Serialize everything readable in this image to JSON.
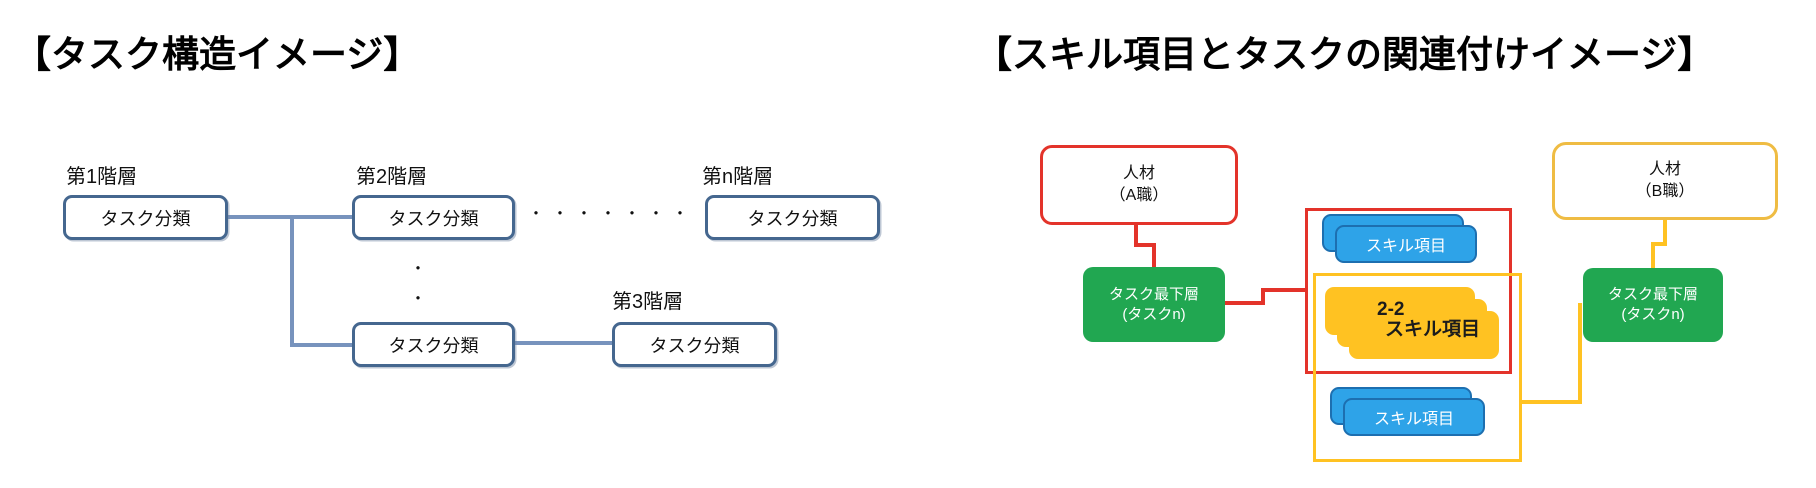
{
  "left": {
    "title": "【タスク構造イメージ】",
    "level1_label": "第1階層",
    "level2_label": "第2階層",
    "leveln_label": "第n階層",
    "level3_label": "第3階層",
    "box_label": "タスク分類",
    "ellipsis_horizontal": "・・・・・・・",
    "ellipsis_dot": "・"
  },
  "right": {
    "title": "【スキル項目とタスクの関連付けイメージ】",
    "person_a_line1": "人材",
    "person_a_line2": "（A職）",
    "person_b_line1": "人材",
    "person_b_line2": "（B職）",
    "task_lowest_line1": "タスク最下層",
    "task_lowest_line2": "(タスクn)",
    "skill_item_label": "スキル項目",
    "skill_group_line1": "2-2",
    "skill_group_line2": "スキル項目"
  },
  "colors": {
    "red_accent": "#E3332A",
    "green_accent": "#21A751",
    "blue_fill": "#2EA3E8",
    "blue_border": "#1D6FB0",
    "gold_accent": "#FFC222",
    "gold_border_light": "#EFBC43",
    "steel_blue_border": "#45678F",
    "steel_blue_connector": "#7793BD"
  }
}
